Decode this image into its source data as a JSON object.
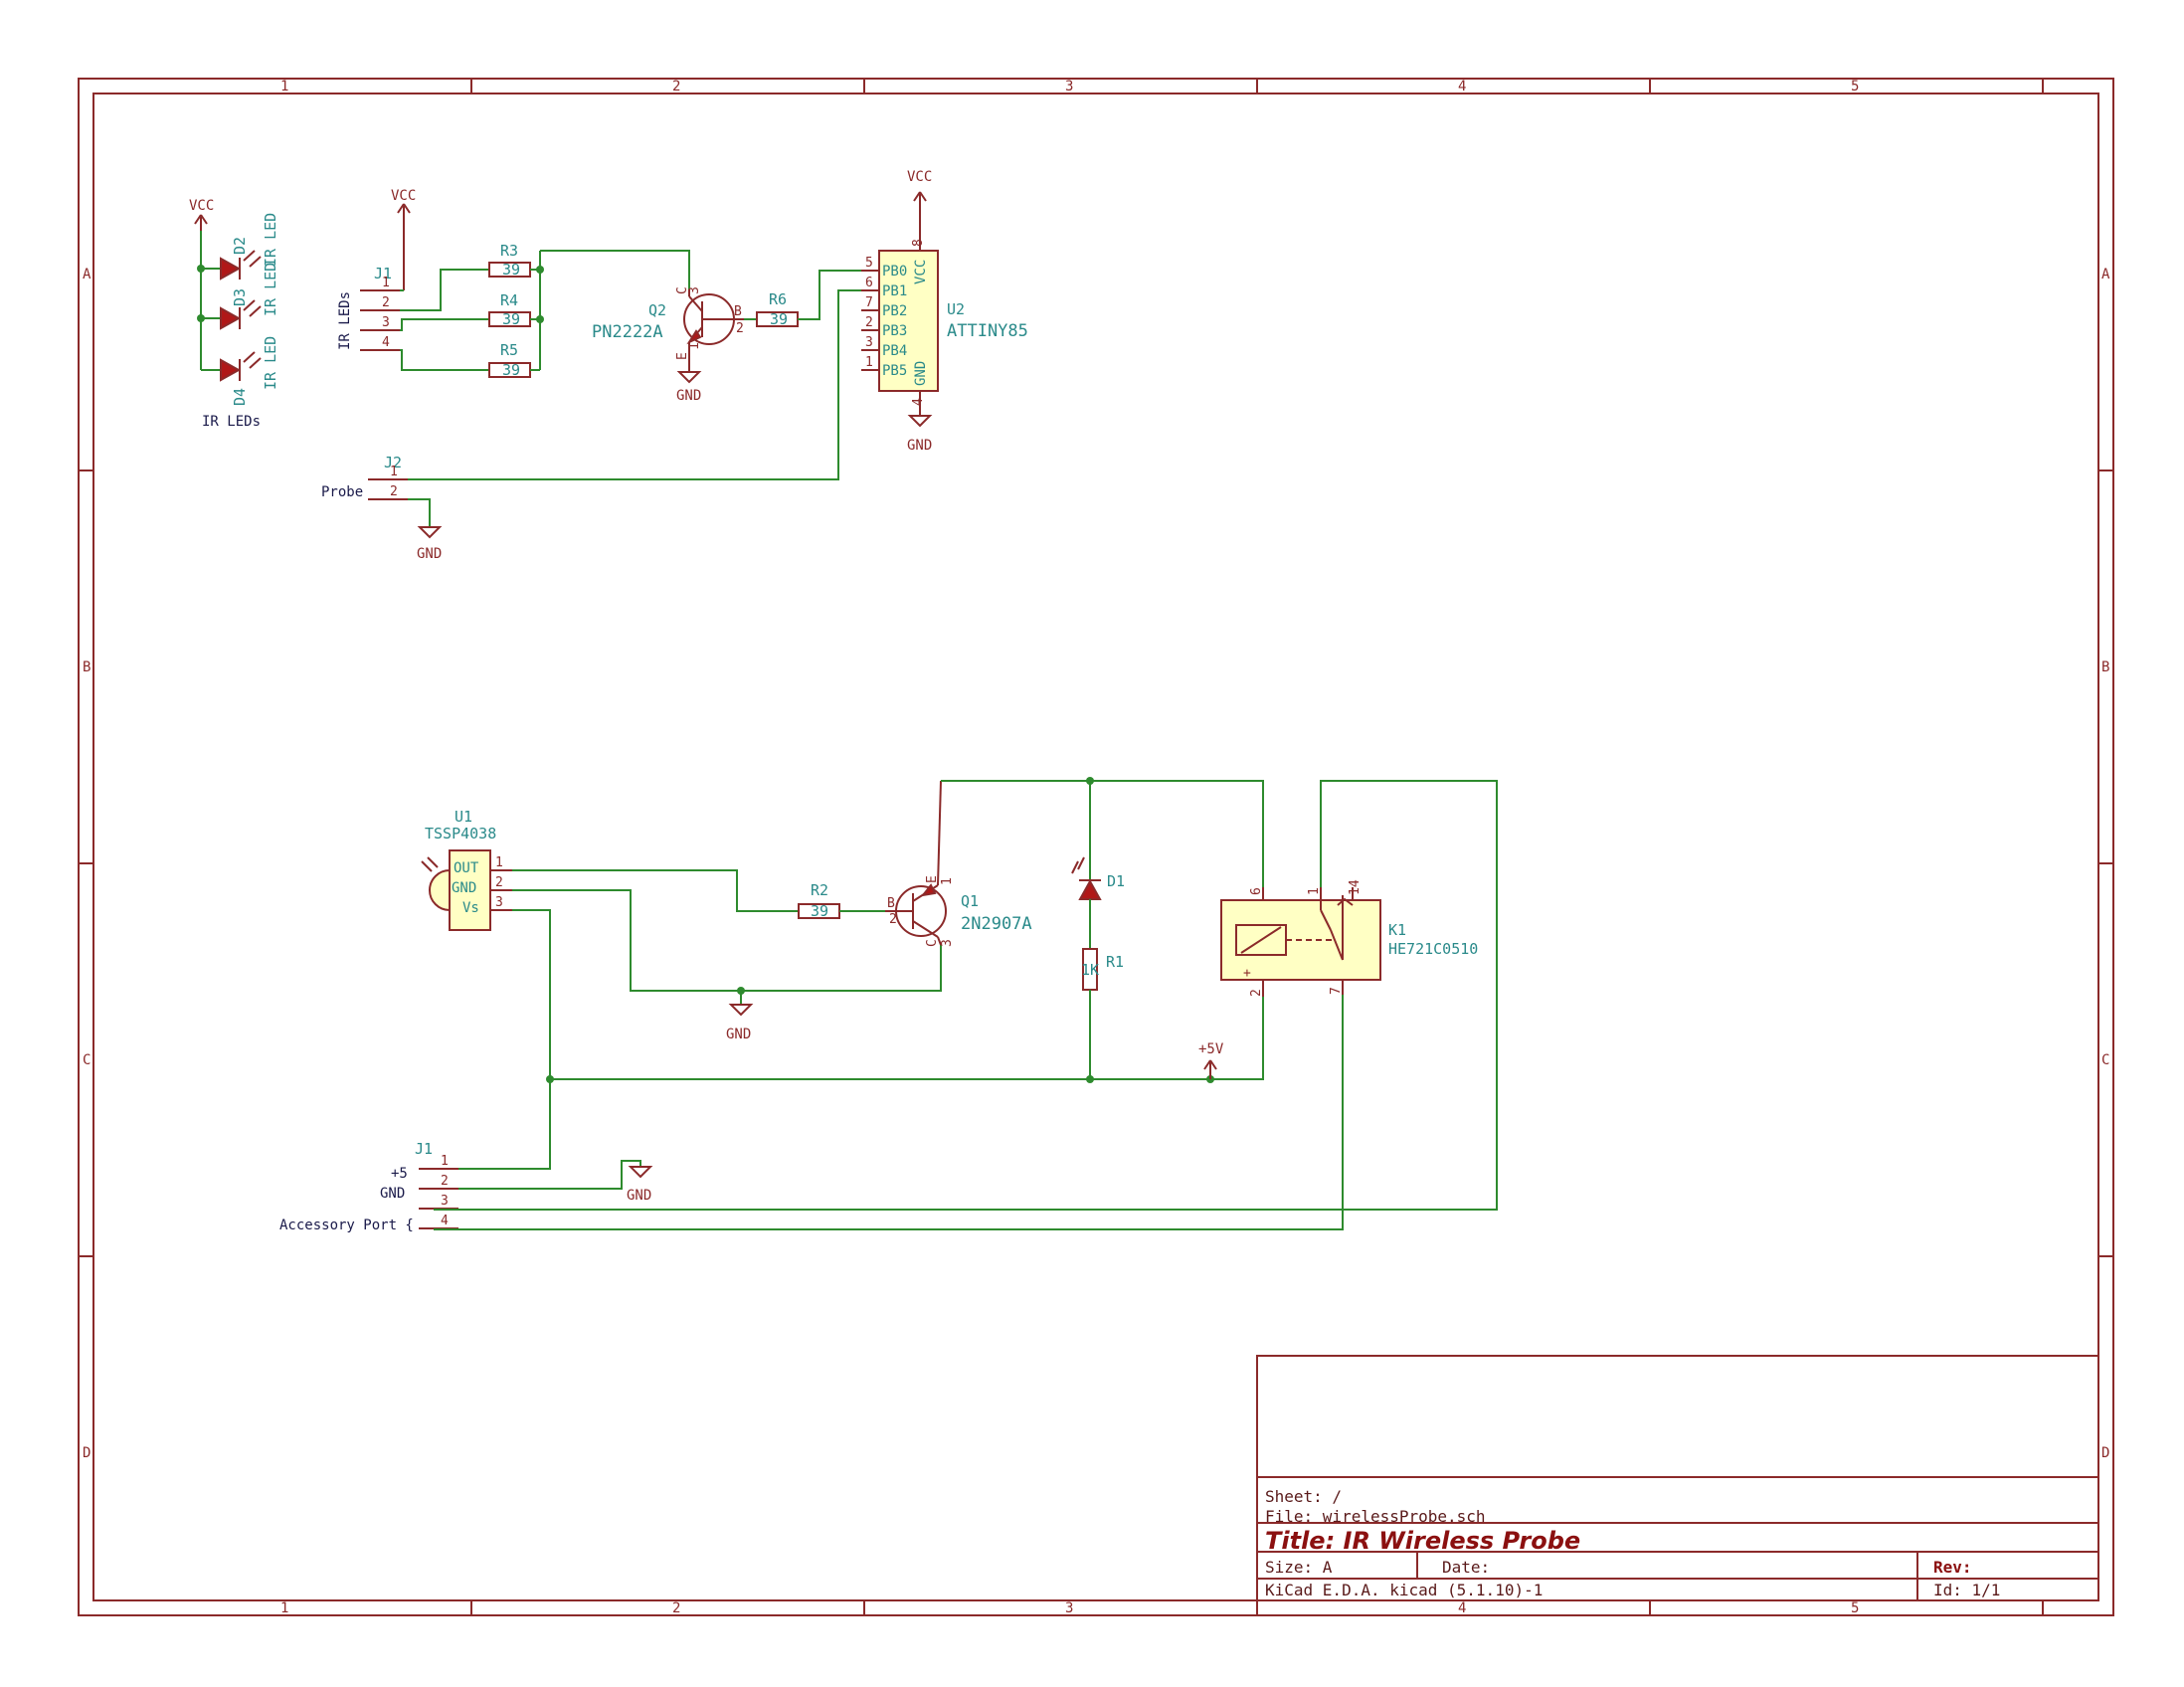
{
  "frame": {
    "col_labels": [
      "1",
      "2",
      "3",
      "4",
      "5"
    ],
    "row_labels": [
      "A",
      "B",
      "C",
      "D"
    ]
  },
  "title_block": {
    "sheet": "Sheet: /",
    "file": "File: wirelessProbe.sch",
    "title": "Title: IR Wireless Probe",
    "size": "Size: A",
    "date": "Date:",
    "rev": "Rev:",
    "tool": "KiCad E.D.A.  kicad (5.1.10)-1",
    "id": "Id: 1/1"
  },
  "power": {
    "vcc": "VCC",
    "gnd": "GND",
    "plus5v": "+5V"
  },
  "ir_led_bank": {
    "title": "IR LEDs",
    "leds": [
      {
        "ref": "D2",
        "value": "IR LED"
      },
      {
        "ref": "D3",
        "value": "IR LED"
      },
      {
        "ref": "D4",
        "value": "IR LED"
      }
    ]
  },
  "j1_top": {
    "ref": "J1",
    "label": "IR LEDs",
    "pins": [
      "1",
      "2",
      "3",
      "4"
    ]
  },
  "resistors": {
    "r3": {
      "ref": "R3",
      "value": "39"
    },
    "r4": {
      "ref": "R4",
      "value": "39"
    },
    "r5": {
      "ref": "R5",
      "value": "39"
    },
    "r6": {
      "ref": "R6",
      "value": "39"
    },
    "r2": {
      "ref": "R2",
      "value": "39"
    },
    "r1": {
      "ref": "R1",
      "value": "1K"
    }
  },
  "q2": {
    "ref": "Q2",
    "value": "PN2222A",
    "pin_c": "C",
    "pin_b": "B",
    "pin_e": "E",
    "n1": "1",
    "n2": "2",
    "n3": "3"
  },
  "u2": {
    "ref": "U2",
    "value": "ATTINY85",
    "pins_left": [
      {
        "num": "5",
        "name": "PB0"
      },
      {
        "num": "6",
        "name": "PB1"
      },
      {
        "num": "7",
        "name": "PB2"
      },
      {
        "num": "2",
        "name": "PB3"
      },
      {
        "num": "3",
        "name": "PB4"
      },
      {
        "num": "1",
        "name": "PB5"
      }
    ],
    "vcc_name": "VCC",
    "vcc_num": "8",
    "gnd_name": "GND",
    "gnd_num": "4"
  },
  "j2": {
    "ref": "J2",
    "label": "Probe",
    "pins": [
      "1",
      "2"
    ]
  },
  "u1": {
    "ref": "U1",
    "value": "TSSP4038",
    "pins": [
      {
        "num": "1",
        "name": "OUT"
      },
      {
        "num": "2",
        "name": "GND"
      },
      {
        "num": "3",
        "name": "Vs"
      }
    ]
  },
  "q1": {
    "ref": "Q1",
    "value": "2N2907A",
    "pin_e": "E",
    "pin_b": "B",
    "pin_c": "C",
    "n1": "1",
    "n2": "2",
    "n3": "3"
  },
  "d1": {
    "ref": "D1"
  },
  "k1": {
    "ref": "K1",
    "value": "HE721C0510",
    "pins": [
      "6",
      "1",
      "14",
      "2",
      "7"
    ],
    "plus": "+"
  },
  "j1_bottom": {
    "ref": "J1",
    "pins": [
      "1",
      "2",
      "3",
      "4"
    ],
    "labels": [
      "+5",
      "GND",
      "Accessory Port {"
    ]
  }
}
